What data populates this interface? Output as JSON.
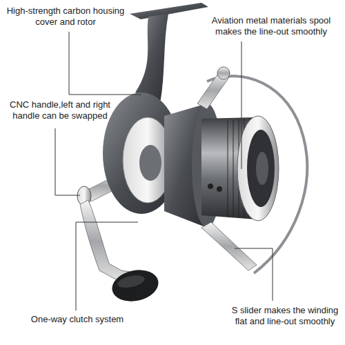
{
  "diagram": {
    "labels": [
      "High-strength carbon housing cover and rotor",
      "Aviation metal materials spool makes the line-out smoothly",
      "CNC handle,left and right handle can be swapped",
      "One-way clutch system",
      "S slider makes the winding flat and line-out smoothly"
    ]
  }
}
